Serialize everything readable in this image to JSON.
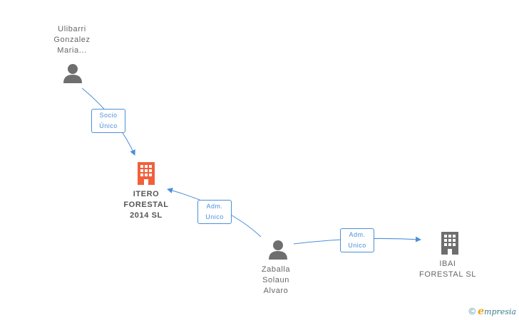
{
  "nodes": {
    "ulibarri": {
      "lines": [
        "Ulibarri",
        "Gonzalez",
        "Maria..."
      ]
    },
    "itero": {
      "lines": [
        "ITERO",
        "FORESTAL",
        "2014  SL"
      ]
    },
    "zaballa": {
      "lines": [
        "Zaballa",
        "Solaun",
        "Alvaro"
      ]
    },
    "ibai": {
      "lines": [
        "IBAI",
        "FORESTAL SL"
      ]
    }
  },
  "edges": {
    "socio": {
      "lines": [
        "Socio",
        "Único"
      ]
    },
    "adm1": {
      "lines": [
        "Adm.",
        "Unico"
      ]
    },
    "adm2": {
      "lines": [
        "Adm.",
        "Unico"
      ]
    }
  },
  "footer": {
    "copyright": "©",
    "brand_initial": "e",
    "brand_rest": "mpresia"
  },
  "colors": {
    "edge": "#4a90d9",
    "person": "#6e6e6e",
    "company_main": "#f0603a",
    "company": "#6e6e6e"
  }
}
